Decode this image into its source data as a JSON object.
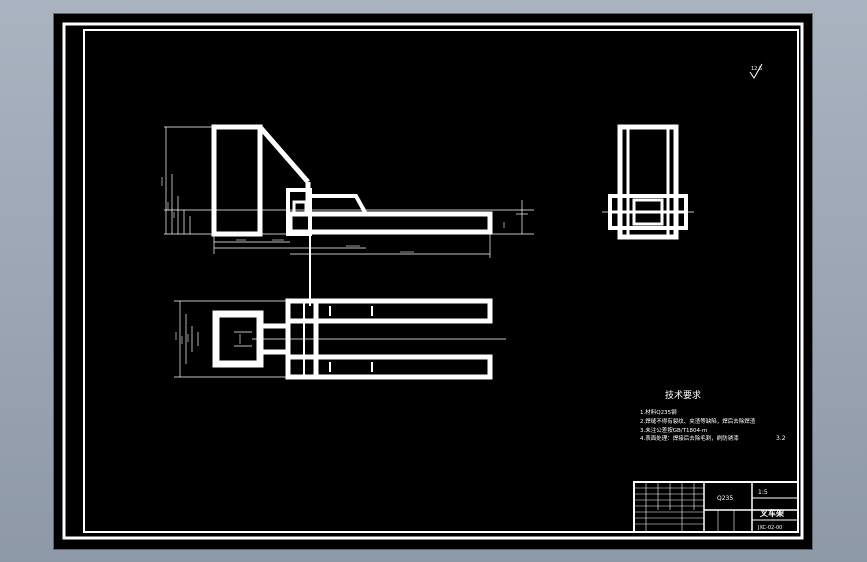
{
  "drawing": {
    "colors": {
      "background": "#000000",
      "line": "#ffffff",
      "frame": "#9aa4b2"
    },
    "roughness_mark": "12.5",
    "technical_requirements": {
      "title": "技术要求",
      "items": [
        "1.材料Q235钢",
        "2.焊缝不得有裂纹、夹渣等缺陷，焊后去除焊渣",
        "3.未注公差按GB/T1804-m",
        "4.表面处理：焊接后去除毛刺，刷防锈漆"
      ],
      "roughness_note": "3.2"
    },
    "title_block": {
      "part_name": "叉车架",
      "material": "Q235",
      "scale": "1:5",
      "drawing_number": "JXC-02-00"
    }
  }
}
